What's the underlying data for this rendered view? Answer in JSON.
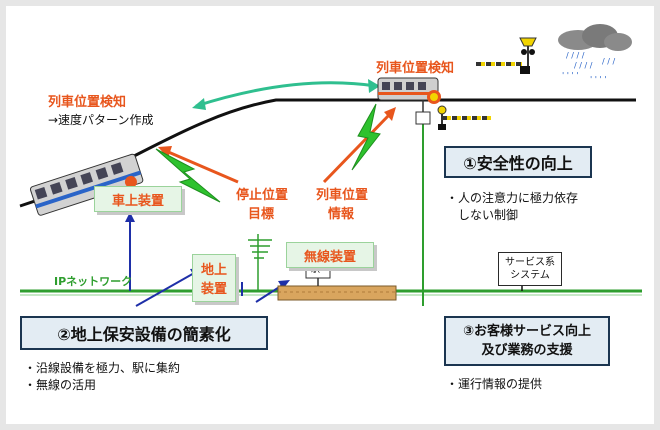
{
  "labels": {
    "pos_detect_left": "列車位置検知",
    "speed_pattern": "→速度パターン作成",
    "pos_detect_right": "列車位置検知",
    "stop_target_1": "停止位置",
    "stop_target_2": "目標",
    "train_pos_info_1": "列車位置",
    "train_pos_info_2": "情報",
    "ip_network": "IPネットワーク",
    "station_sign": "駅"
  },
  "boxes": {
    "onboard": "車上装置",
    "ground_1": "地上",
    "ground_2": "装置",
    "radio": "無線装置",
    "service_1": "サービス系",
    "service_2": "システム"
  },
  "goals": {
    "safety": {
      "title": "①安全性の向上",
      "bullets": [
        "・人の注意力に極力依存",
        "　しない制御"
      ]
    },
    "simplify": {
      "title": "②地上保安設備の簡素化",
      "bullets": [
        "・沿線設備を極力、駅に集約",
        "・無線の活用"
      ]
    },
    "service": {
      "title_1": "③お客様サービス向上",
      "title_2": "及び業務の支援",
      "bullets": [
        "・運行情報の提供"
      ]
    }
  },
  "colors": {
    "accent_orange": "#e8561d",
    "network_green": "#2e9e2e",
    "teal_arrow": "#2fbf8f",
    "blue_link": "#1e2fa8",
    "lightning_green": "#2ec22e"
  }
}
